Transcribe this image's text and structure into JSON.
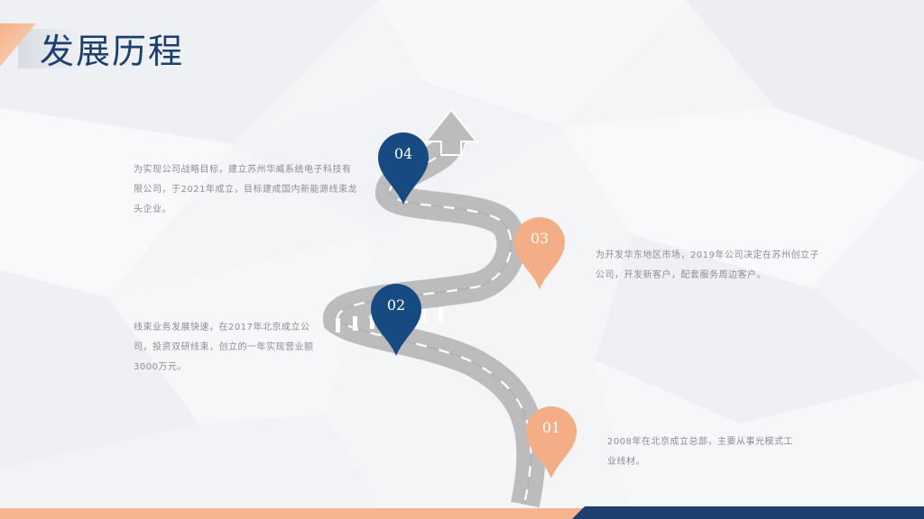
{
  "page": {
    "title": "发展历程"
  },
  "milestones": [
    {
      "number": "01",
      "description": "2008年在北京成立总部，主要从事光模式工业线材。"
    },
    {
      "number": "02",
      "description": "线束业务发展快速，在2017年北京成立公司，投资双研线束，创立的一年实现营业额3000万元。"
    },
    {
      "number": "03",
      "description": "为开发华东地区市场，2019年公司决定在苏州创立子公司，开发新客户，配套服务周边客户。"
    },
    {
      "number": "04",
      "description": "为实现公司战略目标，建立苏州华威系统电子科技有限公司，于2021年成立，目标建成国内新能源线束龙头企业。"
    }
  ],
  "colors": {
    "navy": "#174a80",
    "peach": "#f4ae86",
    "road": "#bcbcbc",
    "title": "#1b3f6e"
  }
}
